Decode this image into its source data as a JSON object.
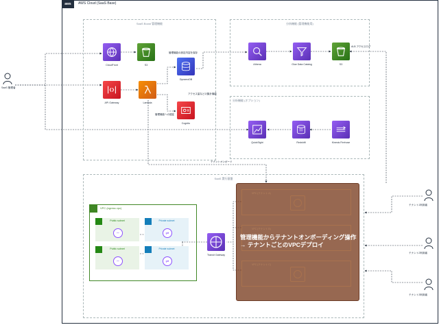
{
  "cloud": {
    "title": "AWS Cloud (SaaS Base)",
    "logo": "aws"
  },
  "groups": {
    "management": "SaaS Boost 管理機能",
    "analytics": "分析機能 (管理機能用)",
    "analytics_option": "分析機能 (オプション)",
    "runtime": "SaaS 実行基盤"
  },
  "services": {
    "cloudfront": "CloudFront",
    "s3_mgmt": "S3",
    "api_gateway": "API Gateway",
    "lambda": "Lambda",
    "dynamodb": "DynamoDB",
    "cognito": "Cognito",
    "athena": "Athena",
    "glue": "Glue Data Catalog",
    "s3_analytics": "S3",
    "quicksight": "QuickSight",
    "redshift": "Redshift",
    "firehose": "Kinesis Firehose",
    "transit_gateway": "Transit Gateway"
  },
  "notes": {
    "dynamo": "管理機能の設定内容を保存",
    "cognito": "管理機能への認証",
    "access_log": "ALB アクセスログ",
    "analysis_access": "アクセス量などの集計機能",
    "onboarding": "テナントオンボード"
  },
  "vpc": {
    "title": "VPC (egress vpc)",
    "subnets": [
      "Public subnet",
      "Private subnet",
      "Public subnet",
      "Private subnet"
    ]
  },
  "tenants": {
    "vpc_labels": [
      "VPC (テナント A)",
      "VPC (テナント B)",
      "VPC (テナント C)"
    ],
    "overlay_text_1": "管理機能からテナントオンボーディング操作",
    "overlay_text_2": "→ テナントごとのVPCデプロイ"
  },
  "users": {
    "admin": "SaaS 管理者",
    "tenant1": "テナント1利用者",
    "tenant2": "テナント2利用者",
    "tenant3": "テナント3利用者"
  },
  "icons": [
    "user-icon",
    "cloudfront-icon",
    "bucket-icon",
    "api-gateway-icon",
    "lambda-icon",
    "dynamodb-icon",
    "cognito-icon",
    "athena-icon",
    "glue-icon",
    "quicksight-icon",
    "redshift-icon",
    "firehose-icon",
    "nat-gateway-icon",
    "vpc-endpoint-icon",
    "transit-gateway-icon",
    "lock-icon",
    "ec2-icon"
  ]
}
